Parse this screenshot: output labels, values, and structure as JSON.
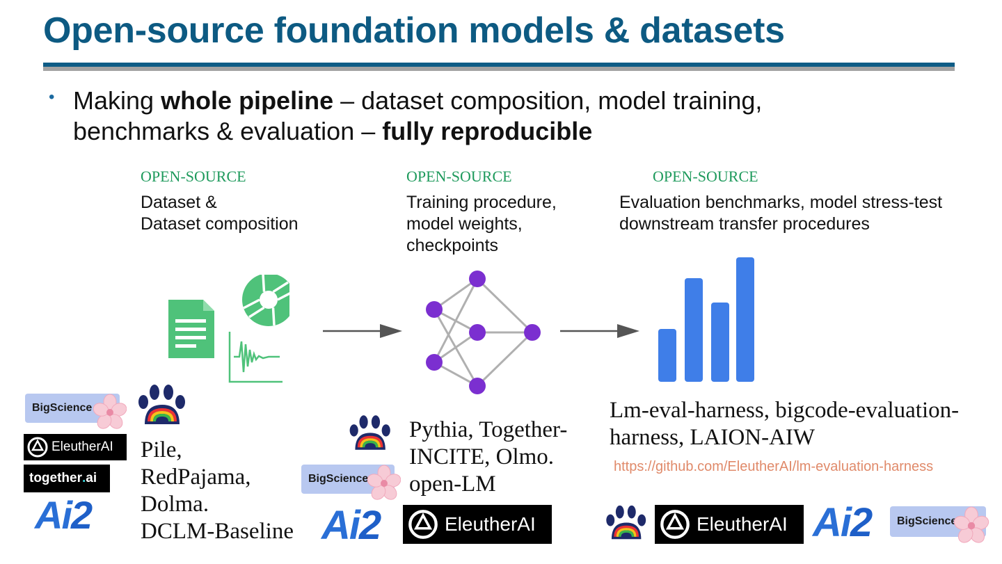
{
  "slide": {
    "title": "Open-source foundation models & datasets",
    "bullet": {
      "line1_pre": "Making ",
      "line1_bold": "whole pipeline",
      "line1_post": " – dataset composition, model training,",
      "line2_pre": "benchmarks & evaluation – ",
      "line2_bold": "fully reproducible"
    }
  },
  "columns": [
    {
      "label": "OPEN-SOURCE",
      "desc_lines": [
        "Dataset &",
        "Dataset composition"
      ],
      "examples": [
        "Pile,",
        "RedPajama,",
        "Dolma.",
        "DCLM-Baseline"
      ]
    },
    {
      "label": "OPEN-SOURCE",
      "desc_lines": [
        "Training procedure,",
        "model weights,",
        "checkpoints"
      ],
      "examples": [
        "Pythia, Together-",
        "INCITE, Olmo.",
        "open-LM"
      ]
    },
    {
      "label": "OPEN-SOURCE",
      "desc_lines": [
        "Evaluation benchmarks, model stress-test",
        "downstream transfer procedures"
      ],
      "examples": [
        "Lm-eval-harness, bigcode-evaluation-",
        "harness, LAION-AIW"
      ],
      "link": "https://github.com/EleutherAI/lm-evaluation-harness"
    }
  ],
  "logos": {
    "bigscience": "BigScience",
    "eleutherai": "EleutherAI",
    "together_a": "together",
    "together_dot": ".",
    "together_b": "ai",
    "ai2_a": "Ai",
    "ai2_b": "2"
  },
  "colors": {
    "title": "#0d5a82",
    "open_source_label": "#1e9a5c",
    "doc_icon": "#4fc27a",
    "network_node": "#7b2fd0",
    "bar_chart": "#3f7ee8",
    "link": "#e08a6a"
  },
  "icons": [
    "document-icon",
    "aperture-icon",
    "waveform-chart-icon",
    "arrow-right-icon",
    "neural-network-icon",
    "bar-chart-icon",
    "rainbow-paw-icon",
    "cherry-blossom-icon"
  ]
}
